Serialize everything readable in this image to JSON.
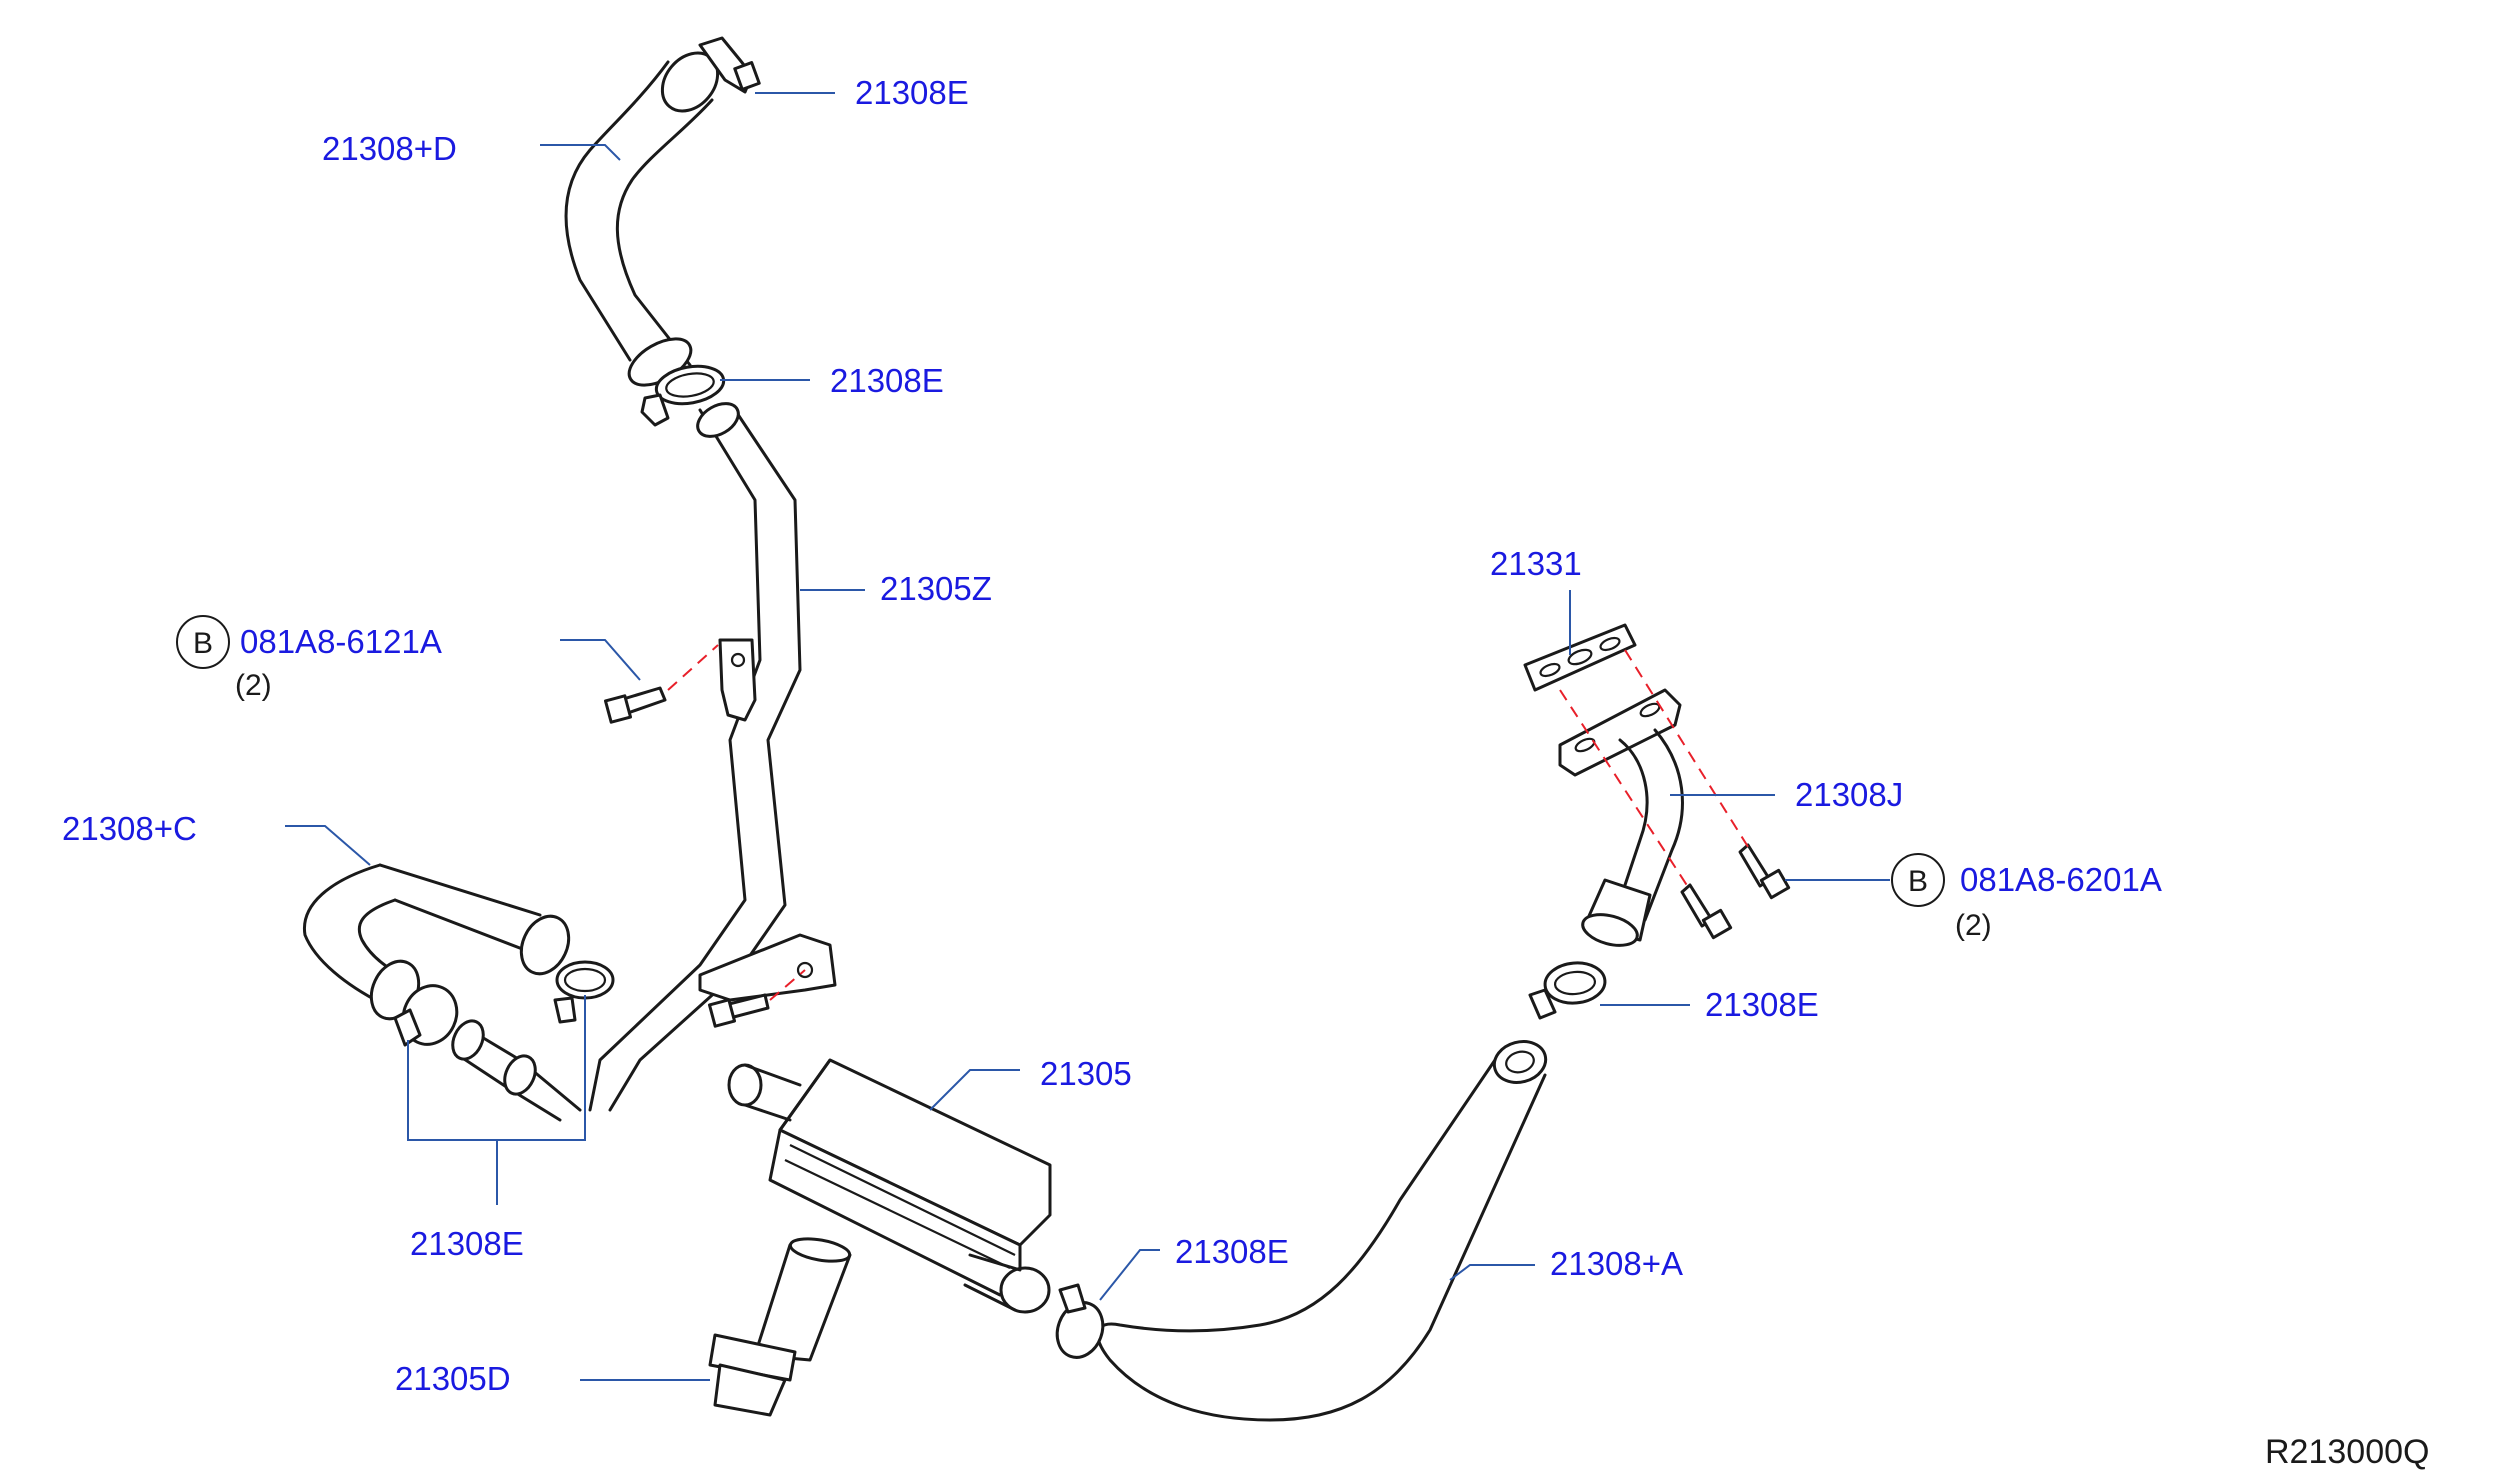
{
  "labels": {
    "p21308e_top": "21308E",
    "p21308d": "21308+D",
    "p21308e_upper": "21308E",
    "p21305z": "21305Z",
    "p21308c": "21308+C",
    "p21308e_bottom_left": "21308E",
    "p21305": "21305",
    "p21305d": "21305D",
    "p21308e_mid": "21308E",
    "p21308a": "21308+A",
    "p21331": "21331",
    "p21308j": "21308J",
    "p21308e_right": "21308E"
  },
  "bolts": {
    "left": {
      "circle": "B",
      "part": "081A8-6121A",
      "qty": "(2)"
    },
    "right": {
      "circle": "B",
      "part": "081A8-6201A",
      "qty": "(2)"
    }
  },
  "diagram_code": "R213000Q",
  "colors": {
    "label": "#1a1ae0",
    "leader": "#2b57a8",
    "dashed": "#e8202a",
    "line": "#1a1a1a"
  }
}
